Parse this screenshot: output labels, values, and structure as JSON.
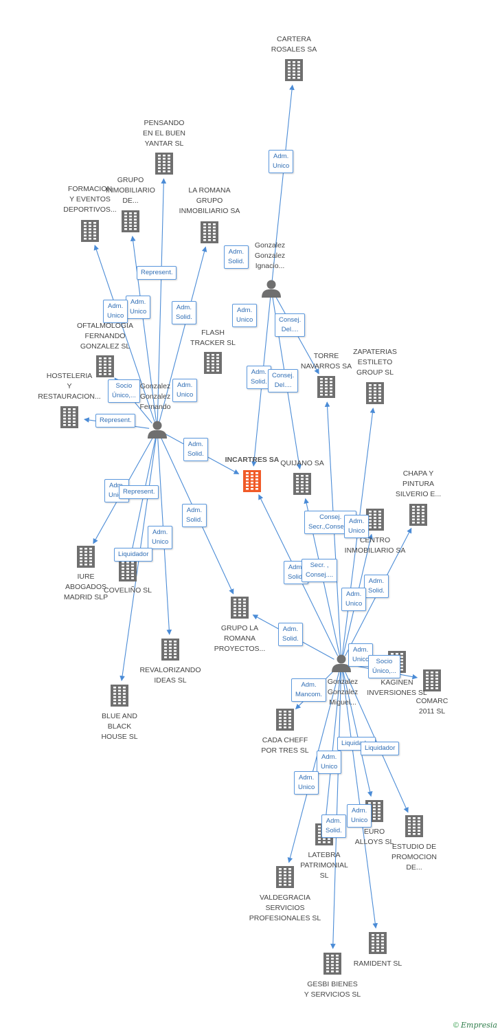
{
  "colors": {
    "company": "#6f6f6f",
    "focus": "#f05a28",
    "person": "#6f6f6f",
    "edge": "#4a8bd6",
    "role_text": "#2f6db4"
  },
  "nodes": [
    {
      "id": "cartera",
      "type": "company",
      "label": "CARTERA\nROSALES SA"
    },
    {
      "id": "pensando",
      "type": "company",
      "label": "PENSANDO\nEN EL BUEN\nYANTAR  SL"
    },
    {
      "id": "grupo_inm",
      "type": "company",
      "label": "GRUPO\nINMOBILIARIO\nDE..."
    },
    {
      "id": "formacion",
      "type": "company",
      "label": "FORMACION\nY EVENTOS\nDEPORTIVOS..."
    },
    {
      "id": "laromana",
      "type": "company",
      "label": "LA ROMANA\nGRUPO\nINMOBILIARIO SA"
    },
    {
      "id": "oftalmologia",
      "type": "company",
      "label": "OFTALMOLOGIA\nFERNANDO\nGONZALEZ SL"
    },
    {
      "id": "flash",
      "type": "company",
      "label": "FLASH\nTRACKER  SL"
    },
    {
      "id": "hosteleria",
      "type": "company",
      "label": "HOSTELERIA\nY\nRESTAURACION..."
    },
    {
      "id": "torre",
      "type": "company",
      "label": "TORRE\nNAVARROS SA"
    },
    {
      "id": "zapaterias",
      "type": "company",
      "label": "ZAPATERIAS\nESTILETO\nGROUP SL"
    },
    {
      "id": "incartres",
      "type": "focus",
      "label": "INCARTRES SA"
    },
    {
      "id": "quijano",
      "type": "company",
      "label": "QUIJANO SA"
    },
    {
      "id": "chapa",
      "type": "company",
      "label": "CHAPA Y\nPINTURA\nSILVERIO E..."
    },
    {
      "id": "centro",
      "type": "company",
      "label": "CENTRO\nINMOBILIARIO SA"
    },
    {
      "id": "iure",
      "type": "company",
      "label": "IURE\nABOGADOS\nMADRID SLP"
    },
    {
      "id": "covelino",
      "type": "company",
      "label": "COVELIÑO  SL"
    },
    {
      "id": "grupolaromana",
      "type": "company",
      "label": "GRUPO LA\nROMANA\nPROYECTOS..."
    },
    {
      "id": "revalorizando",
      "type": "company",
      "label": "REVALORIZANDO\nIDEAS SL"
    },
    {
      "id": "blueandblack",
      "type": "company",
      "label": "BLUE AND\nBLACK\nHOUSE SL"
    },
    {
      "id": "kaginen",
      "type": "company",
      "label": "KAGINEN\nINVERSIONES SL"
    },
    {
      "id": "comarc",
      "type": "company",
      "label": "COMARC\n2011 SL"
    },
    {
      "id": "cadacheff",
      "type": "company",
      "label": "CADA CHEFF\nPOR TRES SL"
    },
    {
      "id": "euroalloys",
      "type": "company",
      "label": "EURO\nALLOYS SL"
    },
    {
      "id": "latebra",
      "type": "company",
      "label": "LATEBRA\nPATRIMONIAL\nSL"
    },
    {
      "id": "estudio",
      "type": "company",
      "label": "ESTUDIO DE\nPROMOCION\nDE..."
    },
    {
      "id": "valdegracia",
      "type": "company",
      "label": "VALDEGRACIA\nSERVICIOS\nPROFESIONALES SL"
    },
    {
      "id": "ramident",
      "type": "company",
      "label": "RAMIDENT  SL"
    },
    {
      "id": "gesbi",
      "type": "company",
      "label": "GESBI BIENES\nY SERVICIOS  SL"
    },
    {
      "id": "p_ignacio",
      "type": "person",
      "label": "Gonzalez\nGonzalez\nIgnacio..."
    },
    {
      "id": "p_fernando",
      "type": "person",
      "label": "Gonzalez\nGonzalez\nFernando"
    },
    {
      "id": "p_miguel",
      "type": "person",
      "label": "Gonzalez\nGonzalez\nMiguel..."
    }
  ],
  "roles": [
    "Adm.\nUnico",
    "Adm.\nSolid.",
    "Adm.\nUnico",
    "Consej.\nDel....",
    "Adm.\nSolid.",
    "Consej.\nDel....",
    "Represent.",
    "Adm.\nUnico",
    "Adm.\nUnico",
    "Adm.\nSolid.",
    "Socio\nÚnico,...",
    "Adm.\nUnico",
    "Represent.",
    "Adm.\nSolid.",
    "Adm.\nUnico",
    "Represent.",
    "Adm.\nUnico",
    "Liquidador",
    "Adm.\nSolid.",
    "Consej.\nSecr.,Consej....",
    "Adm.\nUnico",
    "Adm.\nSolid.",
    "Secr. ,\nConsej....",
    "Adm.\nSolid.",
    "Adm.\nUnico",
    "Adm.\nSolid.",
    "Adm.\nUnico",
    "Socio\nÚnico,...",
    "Adm.\nMancom.",
    "Liquidador",
    "Liquidador",
    "Adm.\nUnico",
    "Adm.\nUnico",
    "Adm.\nSolid.",
    "Adm.\nUnico"
  ],
  "footer": {
    "copyright": "©",
    "brand": "Empresia"
  }
}
